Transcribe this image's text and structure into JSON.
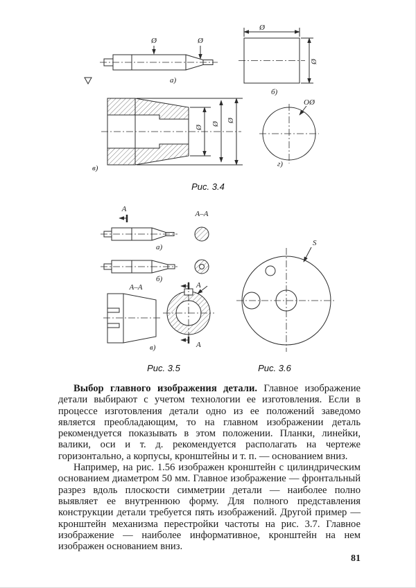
{
  "figures": {
    "fig34": {
      "caption": "Рис. 3.4",
      "label_a": "а)",
      "label_b": "б)",
      "label_v": "в)",
      "label_g": "г)",
      "phi": "Ø",
      "callout_g": "ОØ"
    },
    "fig35": {
      "caption": "Рис. 3.5",
      "label_a": "а)",
      "label_b": "б)",
      "label_v": "в)",
      "section_label": "А",
      "section_name": "А–А"
    },
    "fig36": {
      "caption": "Рис. 3.6",
      "label_s": "S"
    }
  },
  "text": {
    "para1_lead": "Выбор главного изображения детали.",
    "para1_body": " Главное изображение детали выбирают с учетом технологии ее изготовления. Если в процессе изготовления детали одно из ее положений заведомо является преобладающим, то на главном изображении деталь рекомендуется показывать в этом положении. Планки, линейки, валики, оси и т. д. рекомендуется располагать на чертеже горизонтально, а корпусы, кронштейны и т. п. — основанием вниз.",
    "para2": "Например, на рис. 1.56 изображен кронштейн с цилиндрическим основанием диаметром 50 мм. Главное изображение — фронтальный разрез вдоль плоскости симметрии детали — наиболее полно выявляет ее внутреннюю форму. Для полного представления конструкции детали требуется пять изображений. Другой пример — кронштейн механизма перестройки частоты на рис. 3.7. Главное изображение — наиболее информативное, кронштейн на нем изображен основанием вниз."
  },
  "page": {
    "number": "81"
  }
}
